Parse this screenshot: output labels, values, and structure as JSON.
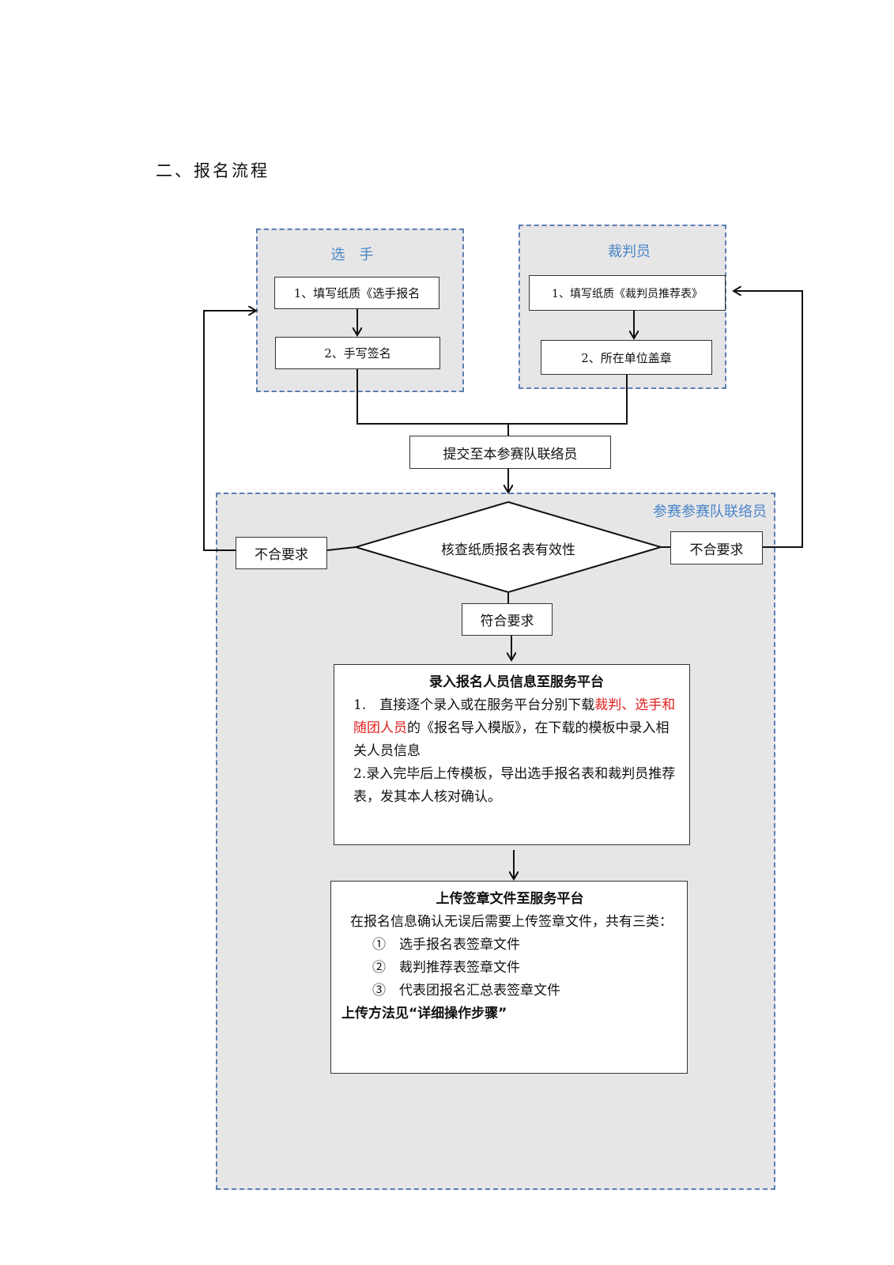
{
  "heading": "二、报名流程",
  "player_group": {
    "title": "选　手",
    "step1": "1、填写纸质《选手报名",
    "step2": "2、手写签名"
  },
  "referee_group": {
    "title": "裁判员",
    "step1": "1、填写纸质《裁判员推荐表》",
    "step2": "2、所在单位盖章"
  },
  "submit_box": "提交至本参赛队联络员",
  "liaison_group": {
    "title": "参赛参赛队联络员"
  },
  "check_diamond": "核查纸质报名表有效性",
  "fail_left": "不合要求",
  "fail_right": "不合要求",
  "pass_box": "符合要求",
  "entry_card": {
    "title": "录入报名人员信息至服务平台",
    "line1_a": "1.　直接逐个录入或在服务平台分别下载",
    "line1_red": "裁判、选手和随团人员",
    "line1_b": "的《报名导入模版》，在下载的模板中录入相关人员信息",
    "line2": "2.录入完毕后上传模板，导出选手报名表和裁判员推荐表，发其本人核对确认。"
  },
  "upload_card": {
    "title": "上传签章文件至服务平台",
    "intro": "在报名信息确认无误后需要上传签章文件，共有三类：",
    "items": [
      "①　选手报名表签章文件",
      "②　裁判推荐表签章文件",
      "③　代表团报名汇总表签章文件"
    ],
    "footer": "上传方法见“详细操作步骤”"
  },
  "colors": {
    "group_fill": "#e7e6e7",
    "group_border": "#5b7fb0",
    "title_blue": "#4a86c8",
    "highlight_red": "#e02020"
  }
}
